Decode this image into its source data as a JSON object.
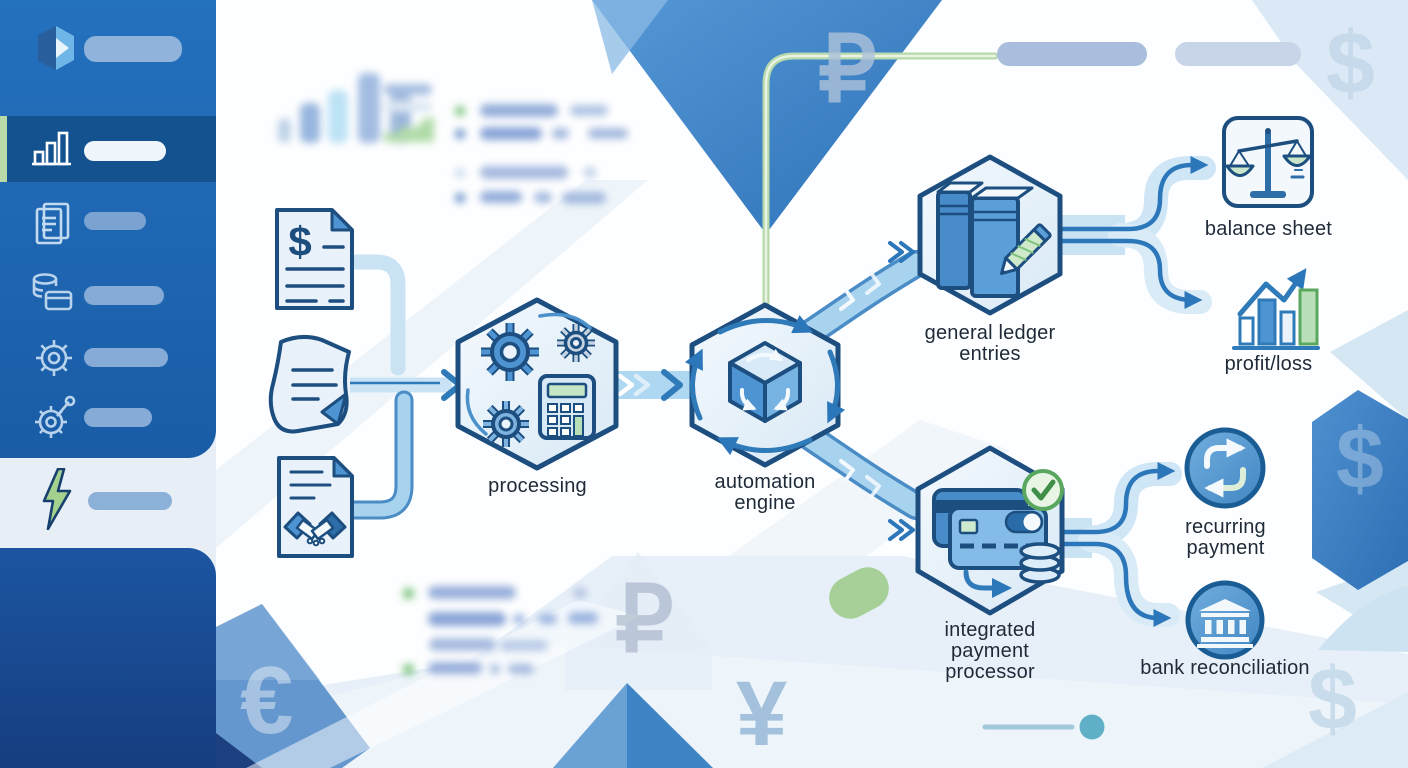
{
  "watermarks": {
    "ruble": "₽",
    "dollar": "$",
    "euro": "€",
    "yen": "¥"
  },
  "sidebar": {
    "logo_icon": "cube-logo",
    "items": [
      {
        "icon": "bar-chart-icon",
        "active": true
      },
      {
        "icon": "documents-icon",
        "active": false
      },
      {
        "icon": "coins-card-icon",
        "active": false
      },
      {
        "icon": "gear-icon",
        "active": false
      },
      {
        "icon": "gear-wrench-icon",
        "active": false
      },
      {
        "icon": "lightning-icon",
        "active": false
      }
    ]
  },
  "diagram": {
    "inputs": {
      "invoice": {
        "icon": "invoice-dollar-document",
        "symbol": "$"
      },
      "statement": {
        "icon": "statement-document"
      },
      "contract": {
        "icon": "contract-handshake-document"
      }
    },
    "nodes": {
      "processing": {
        "label": "processing",
        "icon": "gears-calculator"
      },
      "automation_engine": {
        "label": "automation engine",
        "icon": "sync-cube"
      },
      "general_ledger": {
        "label": "general ledger entries",
        "icon": "ledger-books-pencil"
      },
      "payment_processor": {
        "label": "integrated payment processor",
        "icon": "credit-cards-database-check"
      }
    },
    "outputs": {
      "balance_sheet": {
        "label": "balance sheet",
        "icon": "balance-scale"
      },
      "profit_loss": {
        "label": "profit/loss",
        "icon": "growth-bar-chart"
      },
      "recurring_payment": {
        "label": "recurring payment",
        "icon": "recurring-arrows"
      },
      "bank_reconciliation": {
        "label": "bank reconciliation",
        "icon": "bank-building"
      }
    }
  },
  "colors": {
    "outline_navy": "#1d4e80",
    "pipe_blue": "#a8d3ee",
    "accent_green": "#a6d097",
    "sidebar_blue": "#2070bc",
    "node_fill": "#e9f2fa"
  }
}
